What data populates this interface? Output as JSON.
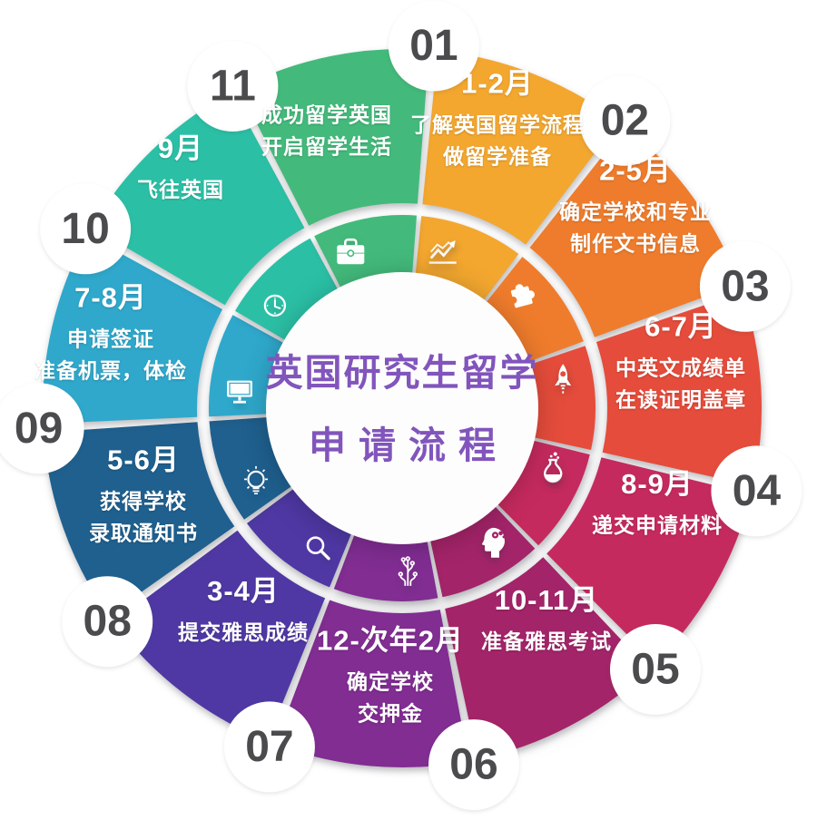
{
  "center": {
    "title_line1": "英国研究生留学",
    "title_line2": "申请流程",
    "title_color": "#8155bc"
  },
  "colors": {
    "step_number": "#4b4b4e",
    "background": "#ffffff",
    "petal_text": "#ffffff"
  },
  "wheel": {
    "petals": [
      {
        "number": "01",
        "month": "1-2月",
        "lines": [
          "了解英国留学流程",
          "做留学准备"
        ],
        "color": "#f3a72f",
        "icon": "line-chart-icon"
      },
      {
        "number": "02",
        "month": "2-5月",
        "lines": [
          "确定学校和专业",
          "制作文书信息"
        ],
        "color": "#ef7c2c",
        "icon": "puzzle-icon"
      },
      {
        "number": "03",
        "month": "6-7月",
        "lines": [
          "中英文成绩单",
          "在读证明盖章"
        ],
        "color": "#e54c3b",
        "icon": "rocket-icon"
      },
      {
        "number": "04",
        "month": "8-9月",
        "lines": [
          "递交申请材料"
        ],
        "color": "#c52a5e",
        "icon": "flask-icon"
      },
      {
        "number": "05",
        "month": "10-11月",
        "lines": [
          "准备雅思考试"
        ],
        "color": "#a32469",
        "icon": "head-gears-icon"
      },
      {
        "number": "06",
        "month": "12-次年2月",
        "lines": [
          "确定学校",
          "交押金"
        ],
        "color": "#812d92",
        "icon": "circuit-tree-icon"
      },
      {
        "number": "07",
        "month": "3-4月",
        "lines": [
          "提交雅思成绩"
        ],
        "color": "#4f38a4",
        "icon": "magnifier-icon"
      },
      {
        "number": "08",
        "month": "5-6月",
        "lines": [
          "获得学校",
          "录取通知书"
        ],
        "color": "#1f608f",
        "icon": "lightbulb-icon"
      },
      {
        "number": "09",
        "month": "7-8月",
        "lines": [
          "申请签证",
          "准备机票，体检"
        ],
        "color": "#2fa8cb",
        "icon": "monitor-icon"
      },
      {
        "number": "10",
        "month": "9月",
        "lines": [
          "飞往英国"
        ],
        "color": "#2bc0a6",
        "icon": "clock-icon"
      },
      {
        "number": "11",
        "month": "",
        "lines": [
          "成功留学英国",
          "开启留学生活"
        ],
        "color": "#43ba7b",
        "icon": "briefcase-icon"
      }
    ]
  }
}
